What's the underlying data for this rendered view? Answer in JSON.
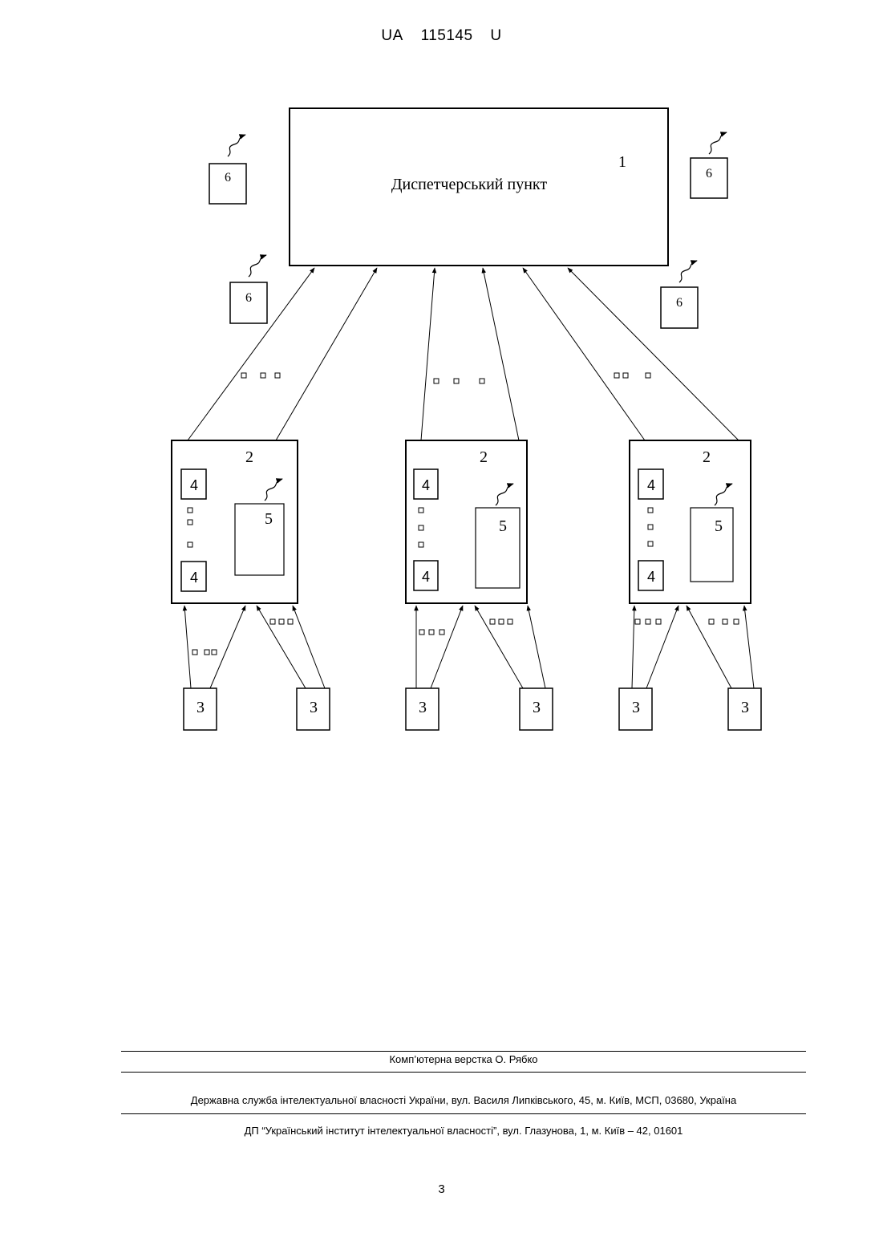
{
  "header": {
    "country": "UA",
    "number": "115145",
    "kind": "U"
  },
  "diagram": {
    "dispatch_title": "Диспетчерський пункт",
    "dispatch_ref": "1",
    "station_ref": "2",
    "sensor_ref": "3",
    "module_ref": "4",
    "unit_ref": "5",
    "antenna_ref": "6"
  },
  "footer": {
    "layout_credit": "Комп’ютерна верстка О. Рябко",
    "agency": "Державна служба інтелектуальної власності України, вул. Василя Липківського, 45, м. Київ, МСП, 03680, Україна",
    "institute": "ДП “Український інститут інтелектуальної власності”, вул. Глазунова, 1, м. Київ – 42, 01601",
    "page_number": "3"
  }
}
